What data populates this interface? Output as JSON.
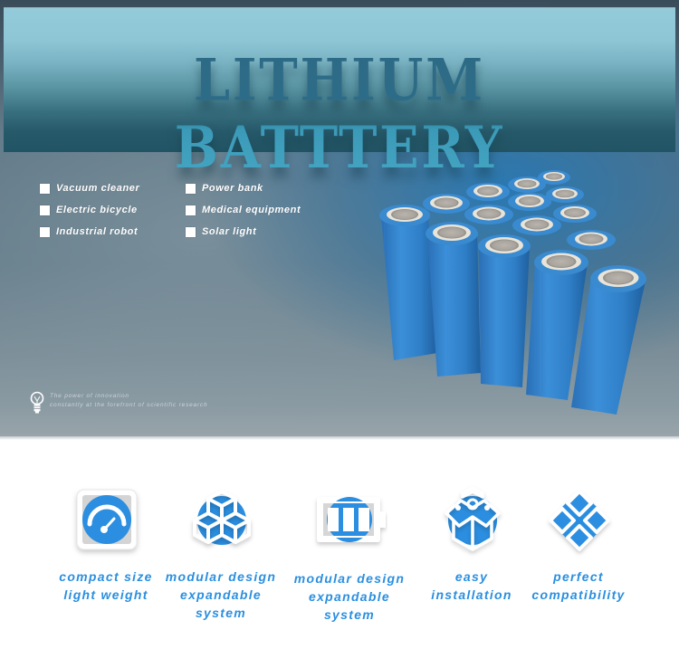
{
  "banner": {
    "title": "LITHIUM BATTTERY"
  },
  "applications": {
    "column1": [
      {
        "label": "Vacuum cleaner",
        "icon": "checkbox"
      },
      {
        "label": "Electric bicycle",
        "icon": "checkbox"
      },
      {
        "label": "Industrial robot",
        "icon": "checkbox"
      }
    ],
    "column2": [
      {
        "label": "Power bank",
        "icon": "checkbox"
      },
      {
        "label": "Medical equipment",
        "icon": "checkbox"
      },
      {
        "label": "Solar light",
        "icon": "checkbox"
      }
    ]
  },
  "tagline": {
    "icon": "lightbulb-icon",
    "line1": "The power of innovation",
    "line2": "constantly at the forefront of scientific research"
  },
  "product_image": {
    "subject": "cluster of blue cylindrical lithium cells",
    "cell_color": "#2f7fc8"
  },
  "features": [
    {
      "icon": "speedometer-icon",
      "lines": [
        "compact size",
        "light weight"
      ]
    },
    {
      "icon": "cubes-icon",
      "lines": [
        "modular design",
        "expandable",
        "system"
      ]
    },
    {
      "icon": "battery-icon",
      "lines": [
        "modular design",
        "expandable",
        "system"
      ]
    },
    {
      "icon": "open-box-icon",
      "lines": [
        "easy",
        "installation"
      ]
    },
    {
      "icon": "diamond-grid-icon",
      "lines": [
        "perfect",
        "compatibility"
      ]
    }
  ],
  "colors": {
    "accent_blue": "#2a8fe0",
    "icon_blue": "#2b8ee0",
    "banner_top": "#93cbda",
    "banner_bottom": "#215464"
  }
}
